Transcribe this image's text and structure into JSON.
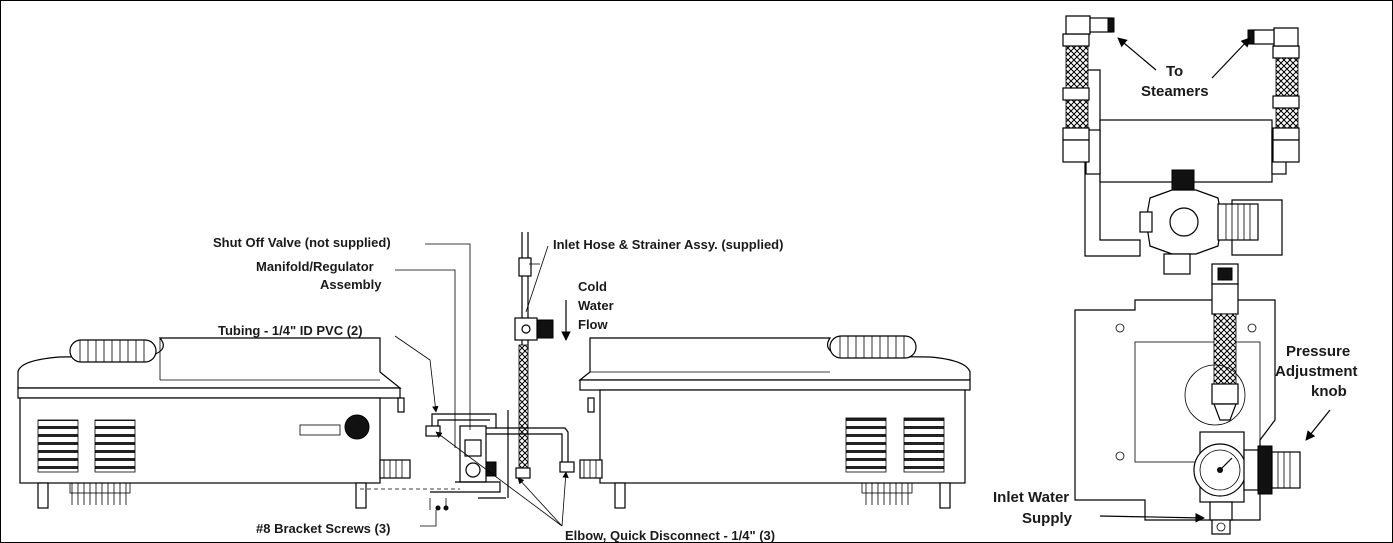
{
  "labels": {
    "shut_off_valve": "Shut Off Valve (not supplied)",
    "manifold_line1": "Manifold/Regulator",
    "manifold_line2": "Assembly",
    "tubing": "Tubing - 1/4\" ID PVC (2)",
    "inlet_hose": "Inlet Hose & Strainer Assy. (supplied)",
    "cold": "Cold",
    "water": "Water",
    "flow": "Flow",
    "bracket_screws": "#8 Bracket Screws (3)",
    "elbow": "Elbow, Quick Disconnect - 1/4\" (3)",
    "to": "To",
    "steamers": "Steamers",
    "pressure": "Pressure",
    "adjustment": "Adjustment",
    "knob": "knob",
    "inlet_water": "Inlet Water",
    "supply": "Supply"
  },
  "colors": {
    "line": "#000000",
    "background": "#ffffff"
  }
}
